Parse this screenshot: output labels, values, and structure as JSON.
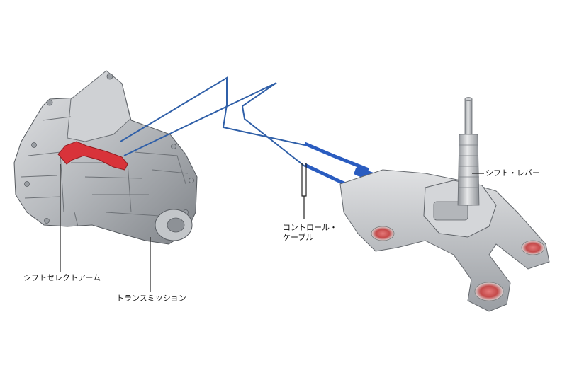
{
  "labels": {
    "shift_select_arm": "シフトセレクトアーム",
    "transmission": "トランスミッション",
    "control_cable_line1": "コントロール・",
    "control_cable_line2": "ケーブル",
    "shift_lever": "シフト・レバー"
  },
  "colors": {
    "background": "#ffffff",
    "casing": "#b9bcc0",
    "casing_dark": "#7d8186",
    "arm_highlight": "#d8333a",
    "cable": "#2f5fa8",
    "cable_end": "#2a5cc0",
    "leader_line": "#222222"
  }
}
